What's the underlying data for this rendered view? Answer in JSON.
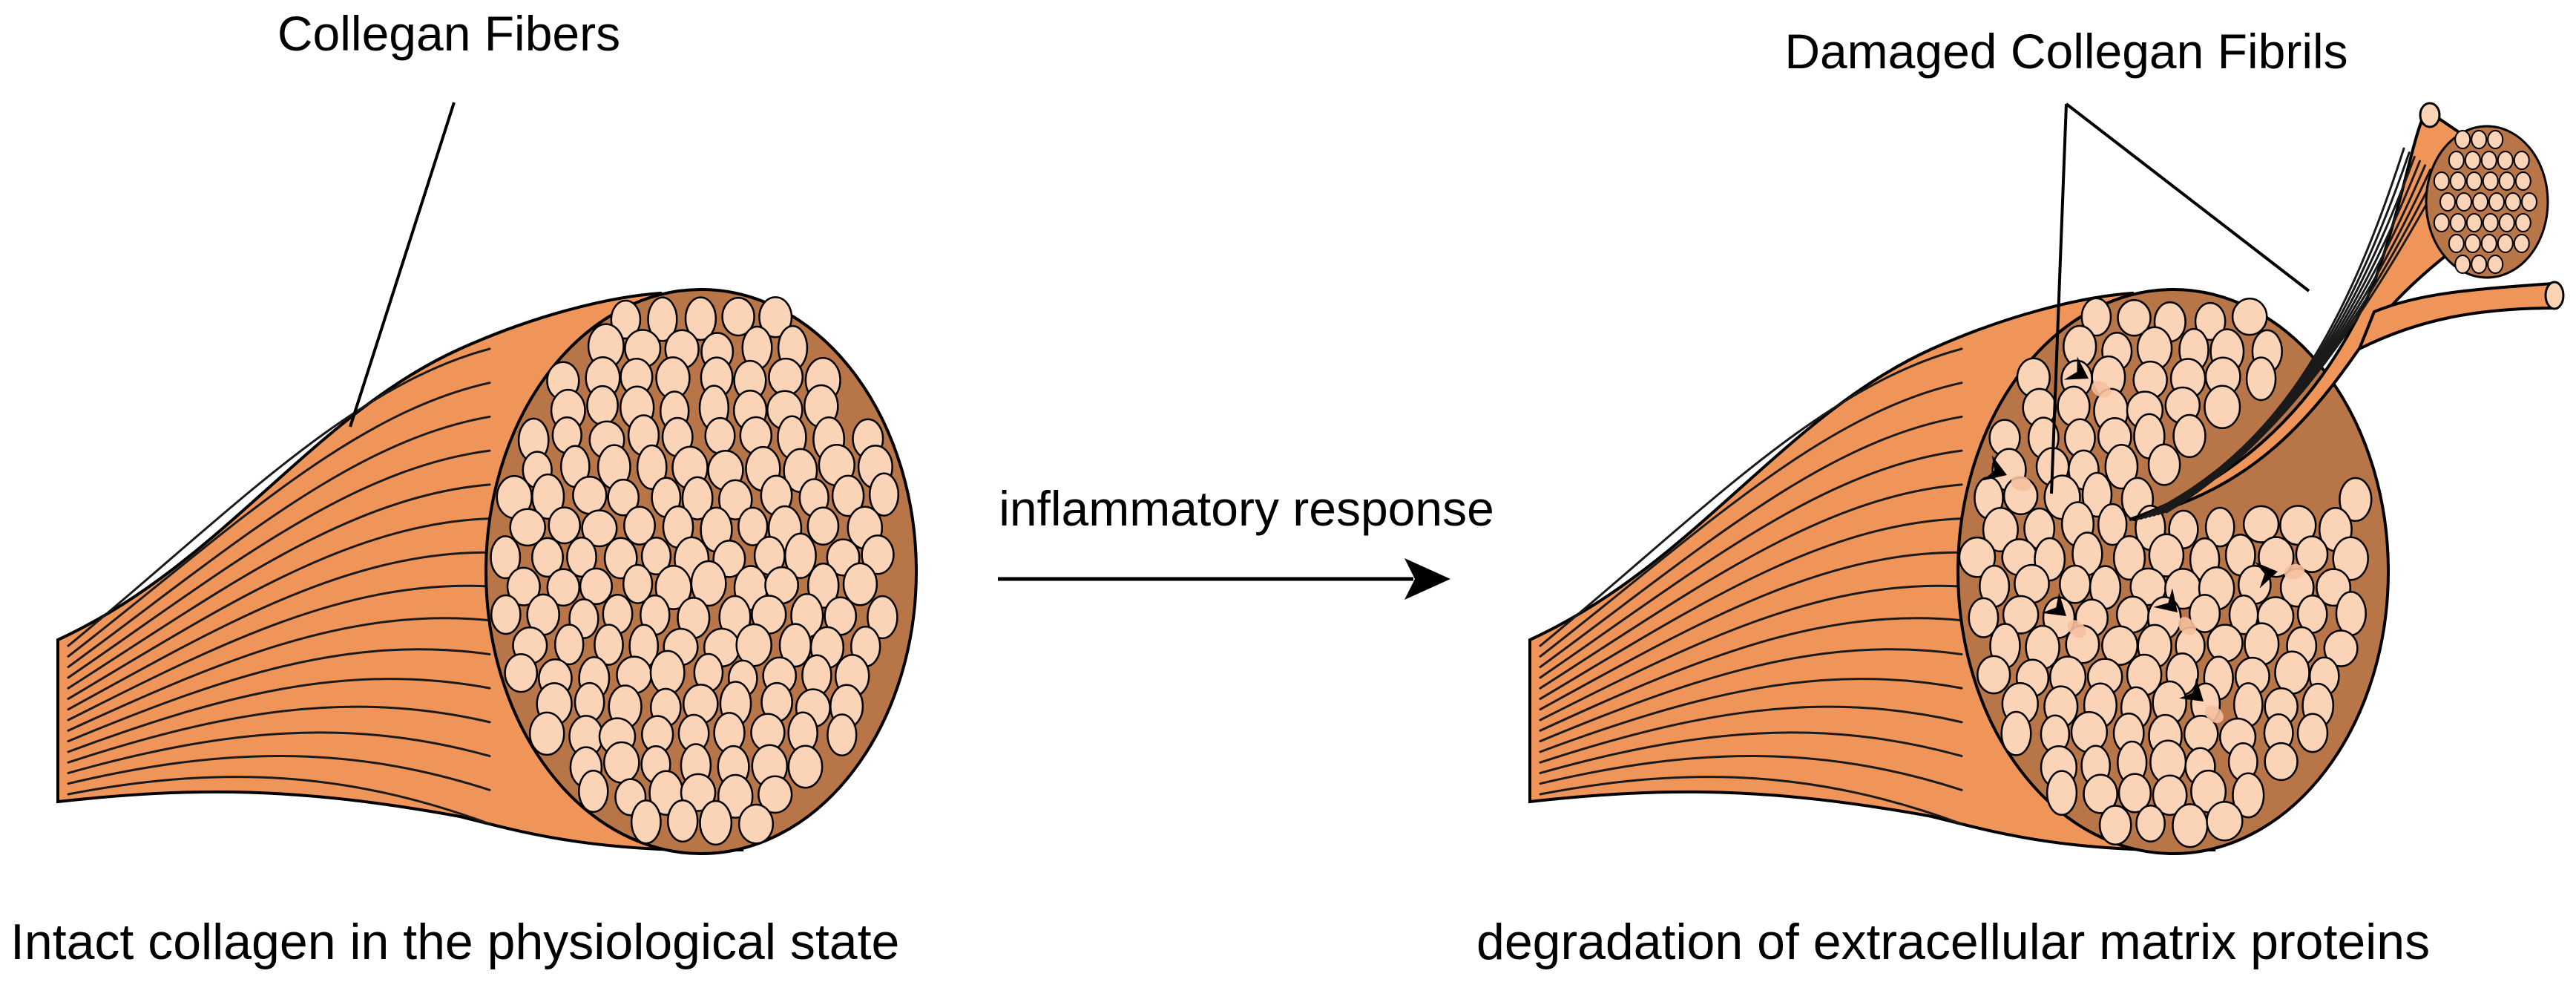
{
  "labels": {
    "collagen_fibers": "Collegan Fibers",
    "damaged_fibrils": "Damaged Collegan Fibrils",
    "process": "inflammatory response",
    "left_caption": "Intact collagen in the physiological state",
    "right_caption": "degradation of  extracellular matrix proteins"
  },
  "colors": {
    "bundle_side": "#f0955a",
    "cross_section": "#b87548",
    "fibril": "#fbd3b7",
    "outline": "#000000",
    "fiber_lines": "#1a1a1a"
  }
}
